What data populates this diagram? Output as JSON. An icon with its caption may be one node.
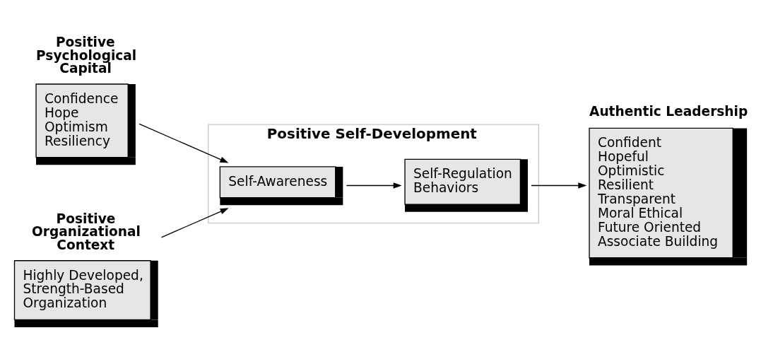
{
  "diagram": {
    "nodes": [
      {
        "text": [
          "Positive Psychological Capital",
          "Confidence",
          "Hope",
          "Optimism",
          "Resiliency"
        ]
      },
      {
        "text": [
          "Positive Organizational Context",
          "Highly Developed, Strength-Based Organization"
        ]
      },
      {
        "text": [
          "Positive Self-Development"
        ]
      },
      {
        "text": [
          "Self-Awareness"
        ],
        "in": 2
      },
      {
        "text": [
          "Self-Regulation Behaviors"
        ],
        "in": 2
      },
      {
        "text": [
          "Authentic Leadership",
          "Confident",
          "Hopeful",
          "Optimistic",
          "Resilient",
          "Transparent",
          "Moral Ethical",
          "Future Oriented",
          "Associate Building"
        ]
      }
    ],
    "edges": [
      {
        "from": 0,
        "to": 3,
        "arrow": "to"
      },
      {
        "from": 1,
        "to": 3,
        "arrow": "to"
      },
      {
        "from": 3,
        "to": 4,
        "arrow": "to"
      },
      {
        "from": 4,
        "to": 5,
        "arrow": "to"
      }
    ]
  }
}
